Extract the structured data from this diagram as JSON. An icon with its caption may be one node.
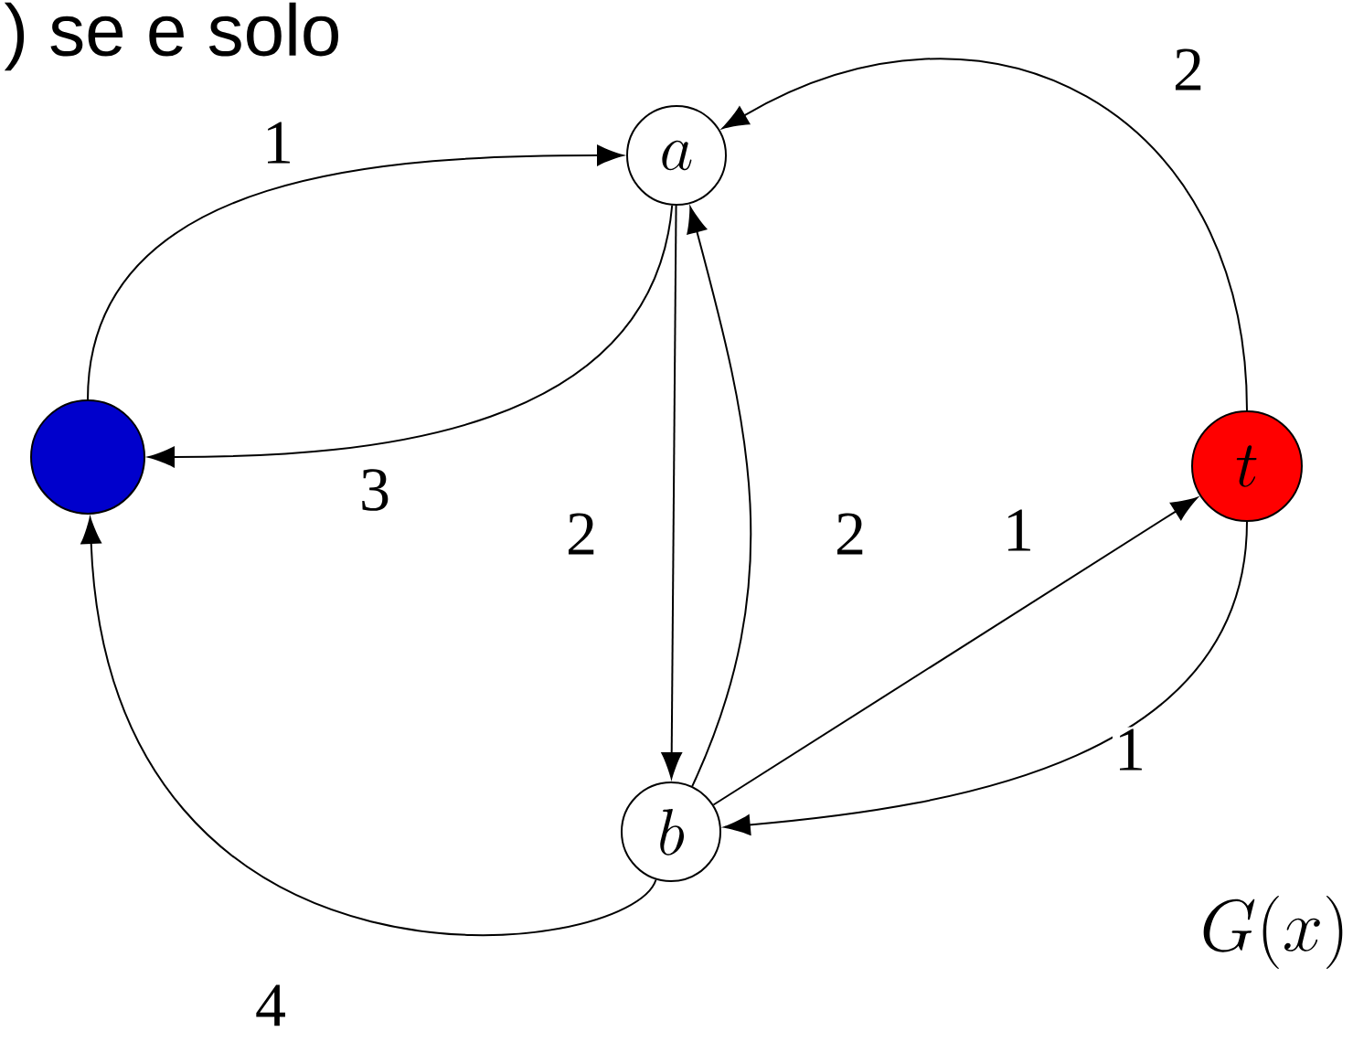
{
  "diagram": {
    "nodes": [
      {
        "text": [],
        "shape": "circle"
      },
      {
        "text": [
          "a"
        ]
      },
      {
        "text": [
          "b"
        ]
      },
      {
        "text": [
          "t"
        ]
      }
    ],
    "edges": [
      {
        "from": 0,
        "to": 1,
        "arrow": "to",
        "label": "1"
      },
      {
        "from": 1,
        "to": 0,
        "arrow": "to",
        "label": "3"
      },
      {
        "from": 1,
        "to": 2,
        "arrow": "to",
        "label": "2"
      },
      {
        "from": 2,
        "to": 1,
        "arrow": "to",
        "label": "2"
      },
      {
        "from": 3,
        "to": 1,
        "arrow": "to",
        "label": "2"
      },
      {
        "from": 2,
        "to": 3,
        "arrow": "to",
        "label": "1"
      },
      {
        "from": 3,
        "to": 2,
        "arrow": "to",
        "label": "1"
      },
      {
        "from": 2,
        "to": 0,
        "arrow": "to",
        "label": "4"
      }
    ],
    "labels": [
      ") se e solo",
      "G(x)"
    ]
  }
}
